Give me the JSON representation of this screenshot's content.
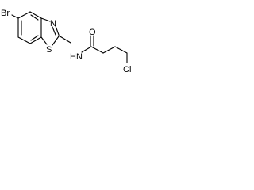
{
  "molecule": {
    "atoms": {
      "bromine": "Br",
      "ring_nitrogen": "N",
      "ring_sulfur": "S",
      "amide_nh": "HN",
      "carbonyl_oxygen": "O",
      "chlorine": "Cl"
    },
    "colors": {
      "bond": "#000000",
      "label": "#000000",
      "background": "#ffffff"
    }
  }
}
